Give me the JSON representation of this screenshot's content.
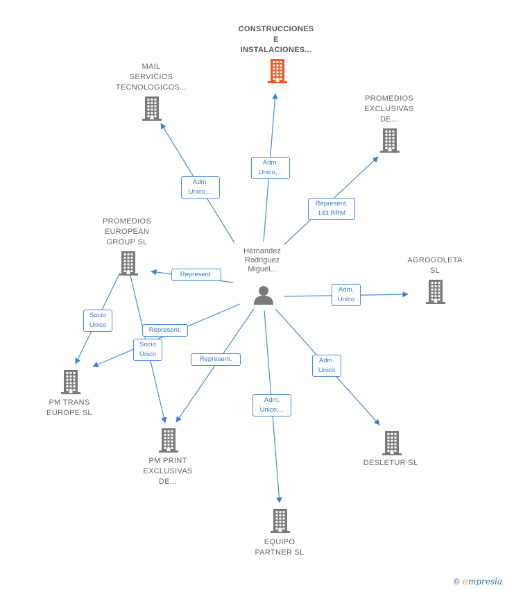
{
  "colors": {
    "edge": "#4a8ad4",
    "building": "#7a7a7a",
    "building_main": "#f05a28",
    "person": "#7a7a7a"
  },
  "person": {
    "label": "Hernandez\nRodriguez\nMiguel..."
  },
  "companies": [
    {
      "id": "construcciones",
      "label": "CONSTRUCCIONES\nE\nINSTALACIONES...",
      "main": true,
      "icon": "building-icon"
    },
    {
      "id": "mail",
      "label": "MAIL\nSERVICIOS\nTECNOLOGICOS...",
      "icon": "building-icon"
    },
    {
      "id": "promedios-excl",
      "label": "PROMEDIOS\nEXCLUSIVAS\nDE...",
      "icon": "building-icon"
    },
    {
      "id": "promedios-euro",
      "label": "PROMEDIOS\nEUROPEAN\nGROUP  SL",
      "icon": "building-icon"
    },
    {
      "id": "agrogoleta",
      "label": "AGROGOLETA\nSL",
      "icon": "building-icon"
    },
    {
      "id": "pm-trans",
      "label": "PM TRANS\nEUROPE SL",
      "icon": "building-icon"
    },
    {
      "id": "pm-print",
      "label": "PM PRINT\nEXCLUSIVAS\nDE...",
      "icon": "building-icon"
    },
    {
      "id": "desletur",
      "label": "DESLETUR  SL",
      "icon": "building-icon"
    },
    {
      "id": "equipo",
      "label": "EQUIPO\nPARTNER SL",
      "icon": "building-icon"
    }
  ],
  "edges": [
    {
      "to": "construcciones",
      "label": "Adm.\nUnico,..."
    },
    {
      "to": "mail",
      "label": "Adm.\nUnico,..."
    },
    {
      "to": "promedios-excl",
      "label": "Represent.\n143 RRM"
    },
    {
      "to": "promedios-euro",
      "label": "Represent."
    },
    {
      "to": "agrogoleta",
      "label": "Adm.\nUnico"
    },
    {
      "to": "pm-trans",
      "label": "Represent."
    },
    {
      "to": "pm-print",
      "label": "Represent."
    },
    {
      "to": "desletur",
      "label": "Adm.\nUnico"
    },
    {
      "to": "equipo",
      "label": "Adm.\nUnico,..."
    },
    {
      "from": "promedios-euro",
      "to": "pm-trans",
      "label": "Socio\nÚnico"
    },
    {
      "from": "promedios-euro",
      "to": "pm-print",
      "label": "Socio\nÚnico"
    }
  ],
  "footer": {
    "copyright": "©",
    "brand_initial": "e",
    "brand_rest": "mpresia"
  }
}
